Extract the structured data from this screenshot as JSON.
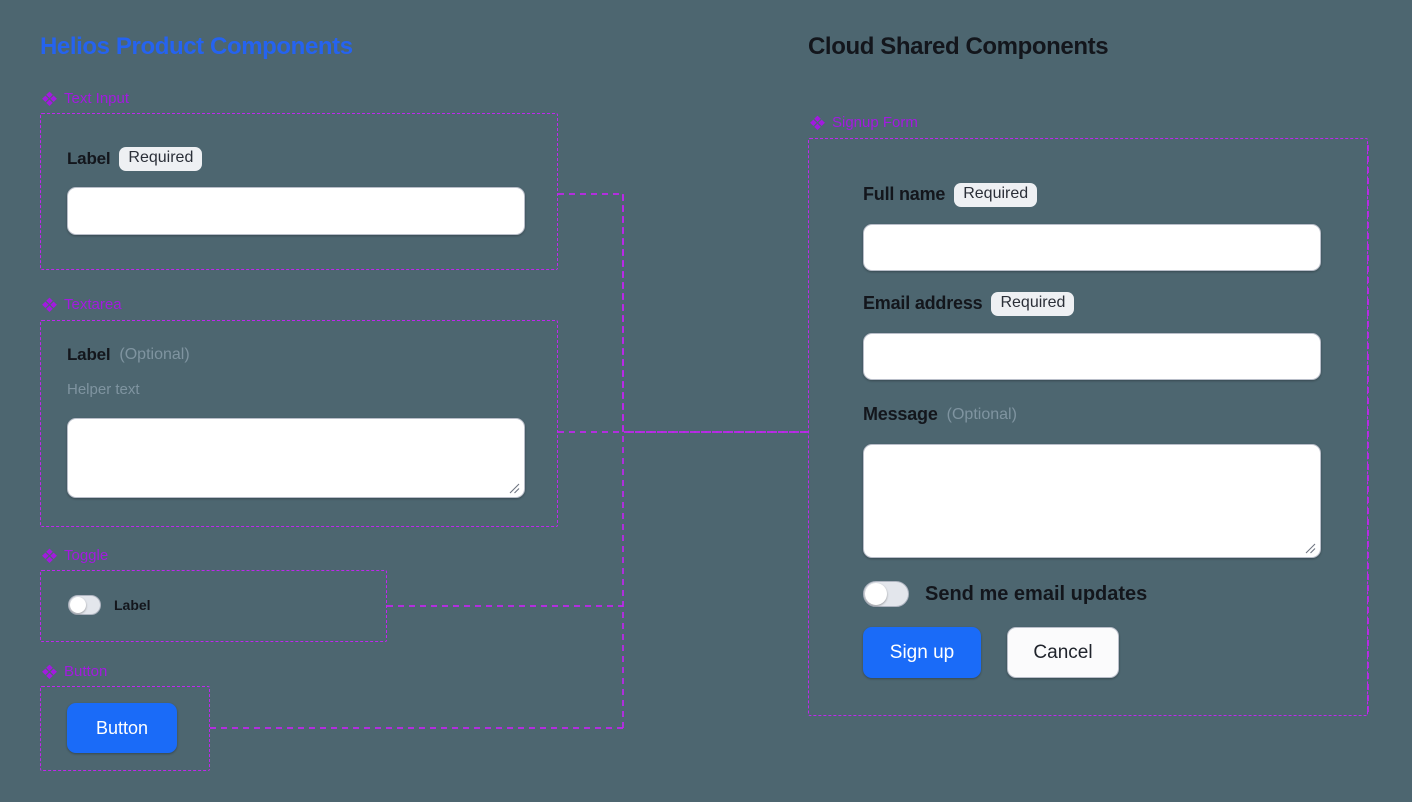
{
  "canvas": {
    "background_color": "#4d6670",
    "connector_color": "#c026ee",
    "accent_blue": "#1a6bf8",
    "section_label_color": "#a31ae0",
    "left_title_color": "#2563f0",
    "right_title_color": "#13161c"
  },
  "left_panel": {
    "title": "Helios Product Components",
    "sections": [
      {
        "id": "text-input",
        "icon": "diamond-stack-icon",
        "label": "Text Input",
        "field_label": "Label",
        "badge": "Required"
      },
      {
        "id": "textarea",
        "icon": "diamond-stack-icon",
        "label": "Textarea",
        "field_label": "Label",
        "optional_note": "(Optional)",
        "helper_text": "Helper text"
      },
      {
        "id": "toggle",
        "icon": "diamond-stack-icon",
        "label": "Toggle",
        "toggle_label": "Label",
        "toggle_state": "off"
      },
      {
        "id": "button",
        "icon": "diamond-stack-icon",
        "label": "Button",
        "button_label": "Button"
      }
    ]
  },
  "right_panel": {
    "title": "Cloud Shared Components",
    "section": {
      "icon": "diamond-stack-icon",
      "label": "Signup Form"
    },
    "form": {
      "fields": [
        {
          "label": "Full name",
          "badge": "Required",
          "type": "text"
        },
        {
          "label": "Email address",
          "badge": "Required",
          "type": "text"
        },
        {
          "label": "Message",
          "optional_note": "(Optional)",
          "type": "textarea"
        }
      ],
      "toggle": {
        "label": "Send me email updates",
        "state": "off"
      },
      "actions": {
        "primary": "Sign up",
        "secondary": "Cancel"
      }
    }
  }
}
